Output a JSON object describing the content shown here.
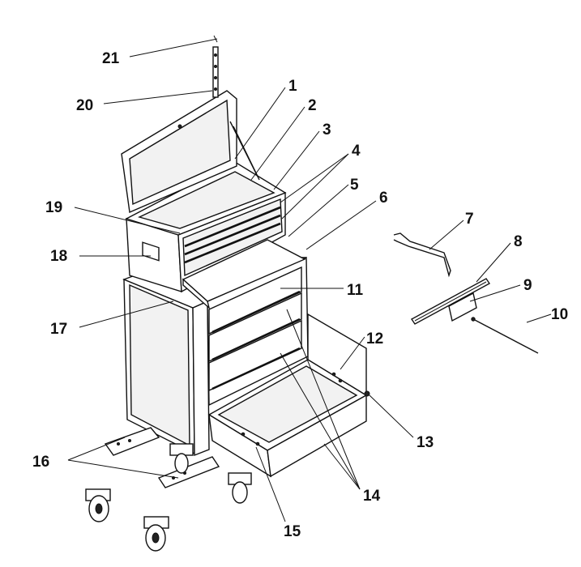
{
  "callouts": [
    {
      "id": "21",
      "text": "21"
    },
    {
      "id": "20",
      "text": "20"
    },
    {
      "id": "1",
      "text": "1"
    },
    {
      "id": "2",
      "text": "2"
    },
    {
      "id": "3",
      "text": "3"
    },
    {
      "id": "4",
      "text": "4"
    },
    {
      "id": "5",
      "text": "5"
    },
    {
      "id": "6",
      "text": "6"
    },
    {
      "id": "7",
      "text": "7"
    },
    {
      "id": "8",
      "text": "8"
    },
    {
      "id": "9",
      "text": "9"
    },
    {
      "id": "10",
      "text": "10"
    },
    {
      "id": "11",
      "text": "11"
    },
    {
      "id": "12",
      "text": "12"
    },
    {
      "id": "13",
      "text": "13"
    },
    {
      "id": "14",
      "text": "14"
    },
    {
      "id": "15",
      "text": "15"
    },
    {
      "id": "16",
      "text": "16"
    },
    {
      "id": "17",
      "text": "17"
    },
    {
      "id": "18",
      "text": "18"
    },
    {
      "id": "19",
      "text": "19"
    }
  ]
}
